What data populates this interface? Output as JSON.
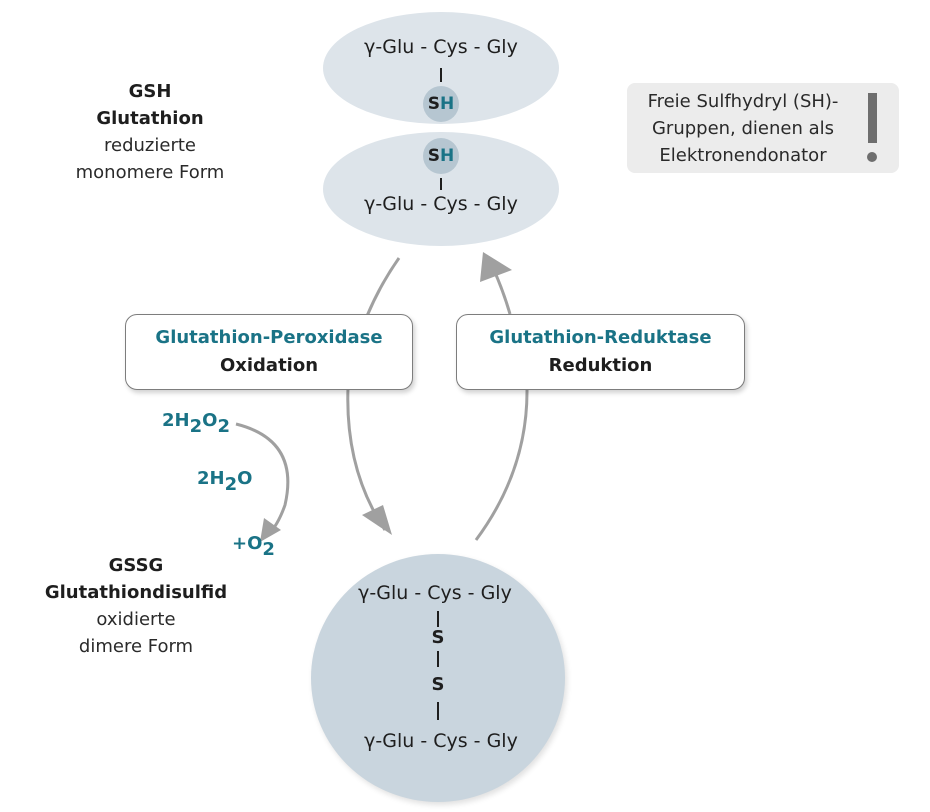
{
  "colors": {
    "accent_teal": "#1a7386",
    "ellipse_fill": "#dde4ea",
    "disulfide_circle_fill": "#c9d5de",
    "arrow_gray": "#a0a0a0",
    "note_bg": "#ececec"
  },
  "gsh": {
    "abbrev": "GSH",
    "name": "Glutathion",
    "desc_line1": "reduzierte",
    "desc_line2": "monomere Form",
    "molecule_top": {
      "chain": "γ-Glu - Cys - Gly",
      "group_s": "S",
      "group_h": "H"
    },
    "molecule_bottom": {
      "chain": "γ-Glu - Cys - Gly",
      "group_s": "S",
      "group_h": "H"
    }
  },
  "gssg": {
    "abbrev": "GSSG",
    "name": "Glutathiondisulfid",
    "desc_line1": "oxidierte",
    "desc_line2": "dimere Form",
    "chain_top": "γ-Glu - Cys - Gly",
    "sulfur_1": "S",
    "sulfur_2": "S",
    "chain_bottom": "γ-Glu - Cys - Gly"
  },
  "peroxidase": {
    "enzyme": "Glutathion-Peroxidase",
    "process": "Oxidation"
  },
  "reductase": {
    "enzyme": "Glutathion-Reduktase",
    "process": "Reduktion"
  },
  "reaction": {
    "h2o2_coef": "2H",
    "h2o2_sub1": "2",
    "h2o2_o": "O",
    "h2o2_sub2": "2",
    "h2o_coef": "2H",
    "h2o_sub": "2",
    "h2o_o": "O",
    "o2_prefix": "+O",
    "o2_sub": "2"
  },
  "note": {
    "line1": "Freie Sulfhydryl (SH)-",
    "line2": "Gruppen, dienen als",
    "line3": "Elektronendonator",
    "icon": "exclamation-icon"
  }
}
